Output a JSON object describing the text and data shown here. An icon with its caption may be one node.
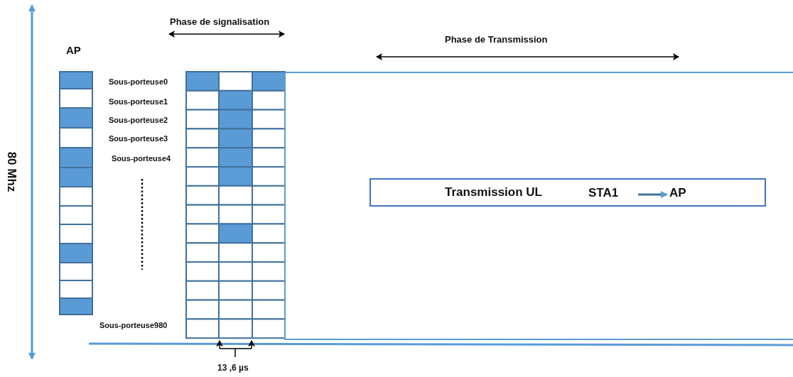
{
  "diagram": {
    "nodes": [
      {
        "text": [
          "Transmission UL"
        ]
      },
      {
        "text": [
          "STA1"
        ],
        "in": 0
      },
      {
        "text": [
          "AP"
        ],
        "in": 0
      }
    ],
    "edges": [
      {
        "from": 1,
        "to": 2,
        "arrow": "to"
      }
    ],
    "labels": [
      "80 Mhz",
      "Phase de signalisation",
      "AP",
      "Phase de Transmission",
      "Sous-porteuse0",
      "Sous-porteuse1",
      "Sous-porteuse2",
      "Sous-porteuse3",
      "Sous-porteuse4",
      "Sous-porteuse980",
      "13 ,6 µs"
    ]
  }
}
